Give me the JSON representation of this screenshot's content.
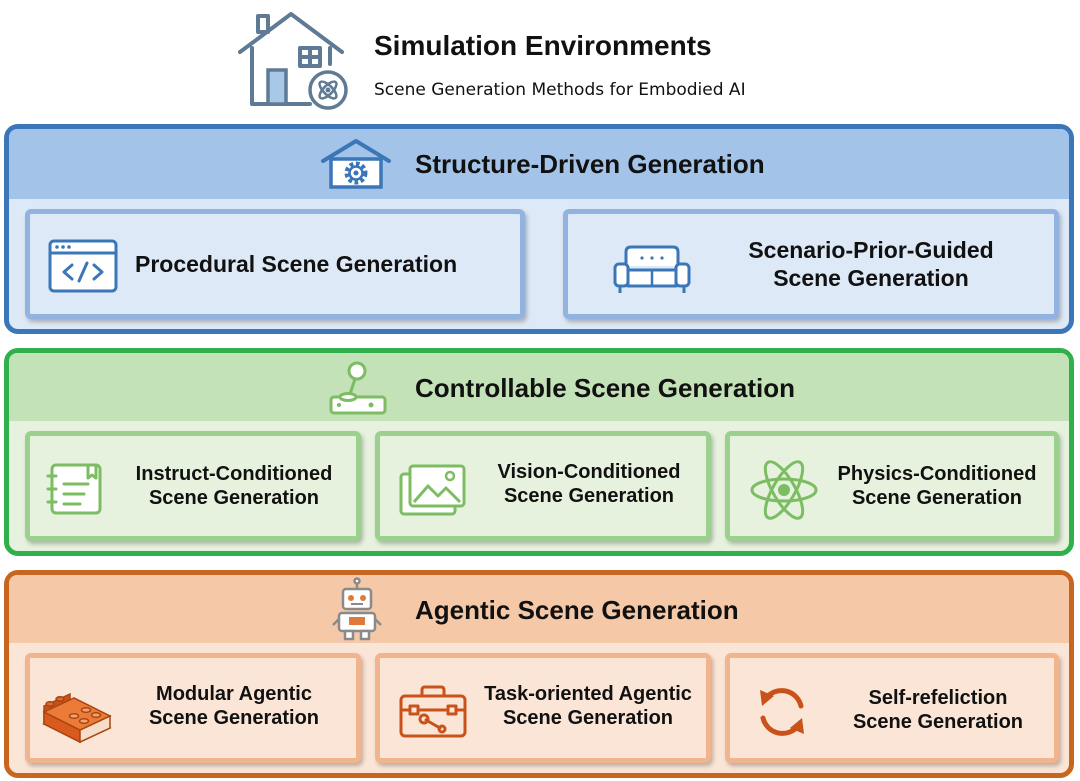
{
  "header": {
    "title": "Simulation Environments",
    "subtitle": "Scene Generation Methods for Embodied AI",
    "icon": "house-atom-icon"
  },
  "colors": {
    "blue_border": "#3a76b8",
    "blue_head": "#a3c4e8",
    "blue_body": "#dde9f6",
    "blue_card_border": "#92b2e0",
    "green_border": "#2fb04a",
    "green_head": "#c4e2b8",
    "green_body": "#e6f2de",
    "green_card_border": "#9bd08e",
    "orange_border": "#c8651f",
    "orange_head": "#f5c8a8",
    "orange_body": "#fbe5d6",
    "orange_card_border": "#f0b48e"
  },
  "sections": {
    "structure": {
      "title": "Structure-Driven Generation",
      "icon": "house-gear-icon",
      "cards": [
        {
          "lines": [
            "Procedural Scene Generation"
          ],
          "icon": "code-window-icon"
        },
        {
          "lines": [
            "Scenario-Prior-Guided",
            "Scene Generation"
          ],
          "icon": "sofa-icon"
        }
      ]
    },
    "controllable": {
      "title": "Controllable Scene Generation",
      "icon": "joystick-icon",
      "cards": [
        {
          "lines": [
            "Instruct-Conditioned",
            "Scene Generation"
          ],
          "icon": "notebook-icon"
        },
        {
          "lines": [
            "Vision-Conditioned",
            "Scene Generation"
          ],
          "icon": "image-icon"
        },
        {
          "lines": [
            "Physics-Conditioned",
            "Scene Generation"
          ],
          "icon": "atom-icon"
        }
      ]
    },
    "agentic": {
      "title": "Agentic Scene Generation",
      "icon": "robot-icon",
      "cards": [
        {
          "lines": [
            "Modular Agentic",
            "Scene Generation"
          ],
          "icon": "lego-brick-icon"
        },
        {
          "lines": [
            "Task-oriented Agentic",
            "Scene Generation"
          ],
          "icon": "toolbox-icon"
        },
        {
          "lines": [
            "Self-refeliction",
            "Scene Generation"
          ],
          "icon": "refresh-icon"
        }
      ]
    }
  }
}
